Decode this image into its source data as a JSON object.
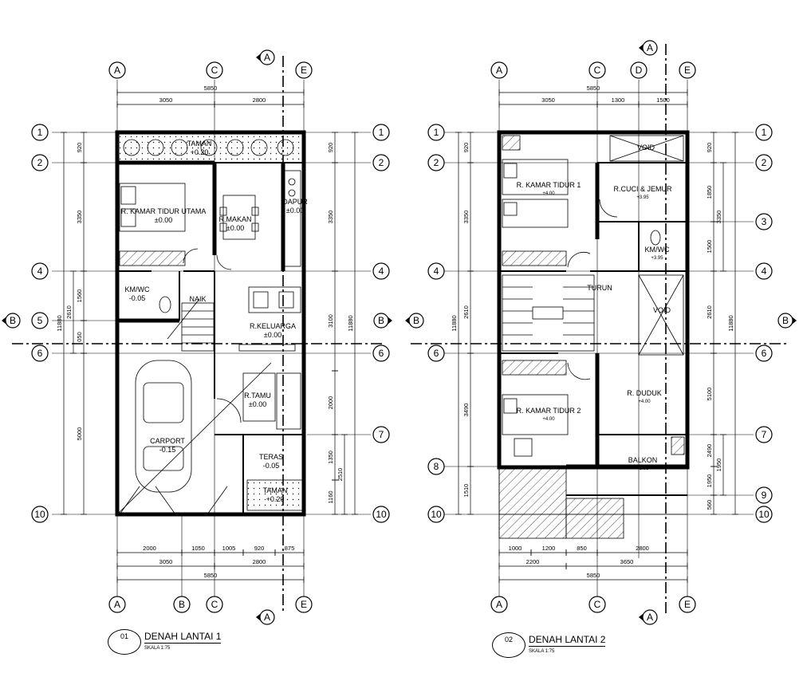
{
  "plans": [
    {
      "title_no": "01",
      "title": "DENAH LANTAI 1",
      "scale": "SKALA 1:75",
      "rooms": [
        {
          "name": "TAMAN",
          "level": "+0.20"
        },
        {
          "name": "R. KAMAR TIDUR UTAMA",
          "level": "±0.00"
        },
        {
          "name": "R.MAKAN",
          "level": "±0.00"
        },
        {
          "name": "DAPUR",
          "level": "±0.00"
        },
        {
          "name": "KM/WC",
          "level": "-0.05"
        },
        {
          "name": "NAIK",
          "level": ""
        },
        {
          "name": "R.KELUARGA",
          "level": "±0.00"
        },
        {
          "name": "R.TAMU",
          "level": "±0.00"
        },
        {
          "name": "CARPORT",
          "level": "-0.15"
        },
        {
          "name": "TERAS",
          "level": "-0.05"
        },
        {
          "name": "TAMAN",
          "level": "+0.20"
        }
      ],
      "dims_top": {
        "total": "5850",
        "parts": [
          "3050",
          "2800"
        ]
      },
      "dims_bottom": {
        "parts1": [
          "2000",
          "1050",
          "1005",
          "920",
          "875"
        ],
        "parts2": [
          "3050",
          "2800"
        ],
        "total": "5850"
      },
      "dims_left": {
        "total": "11880",
        "parts": [
          "920",
          "3350",
          "1560",
          "050",
          "5000"
        ],
        "sub": "2610"
      },
      "dims_right": {
        "total": "11880",
        "parts": [
          "920",
          "3350",
          "3100",
          "2000",
          "1350",
          "1160"
        ],
        "sub": "2510"
      }
    },
    {
      "title_no": "02",
      "title": "DENAH LANTAI 2",
      "scale": "SKALA 1:75",
      "rooms": [
        {
          "name": "VOID",
          "level": ""
        },
        {
          "name": "R. KAMAR TIDUR 1",
          "level": "+4.00"
        },
        {
          "name": "R.CUCI & JEMUR",
          "level": "+3.95"
        },
        {
          "name": "KM/WC",
          "level": "+3.95"
        },
        {
          "name": "TURUN",
          "level": ""
        },
        {
          "name": "VOID",
          "level": ""
        },
        {
          "name": "R. DUDUK",
          "level": "+4.00"
        },
        {
          "name": "R. KAMAR TIDUR 2",
          "level": "+4.00"
        },
        {
          "name": "BALKON",
          "level": "+3.95"
        }
      ],
      "dims_top": {
        "total": "5850",
        "parts": [
          "3050",
          "1300",
          "1500"
        ]
      },
      "dims_bottom": {
        "parts1": [
          "1000",
          "1200",
          "850",
          "2800"
        ],
        "parts2": [
          "2200",
          "3650"
        ],
        "total": "5850"
      },
      "dims_left": {
        "total": "11880",
        "parts": [
          "920",
          "3350",
          "2610",
          "3490",
          "1510"
        ]
      },
      "dims_right": {
        "total": "11880",
        "parts": [
          "920",
          "1850",
          "1500",
          "2610",
          "5100",
          "2490",
          "1950",
          "560"
        ],
        "sub": "3350",
        "sub2": "1950"
      }
    }
  ],
  "grid": {
    "rows": [
      "1",
      "2",
      "4",
      "5",
      "6",
      "7",
      "8",
      "9",
      "10"
    ],
    "cols": [
      "A",
      "B",
      "C",
      "D",
      "E"
    ],
    "sections": [
      "A",
      "B"
    ]
  }
}
